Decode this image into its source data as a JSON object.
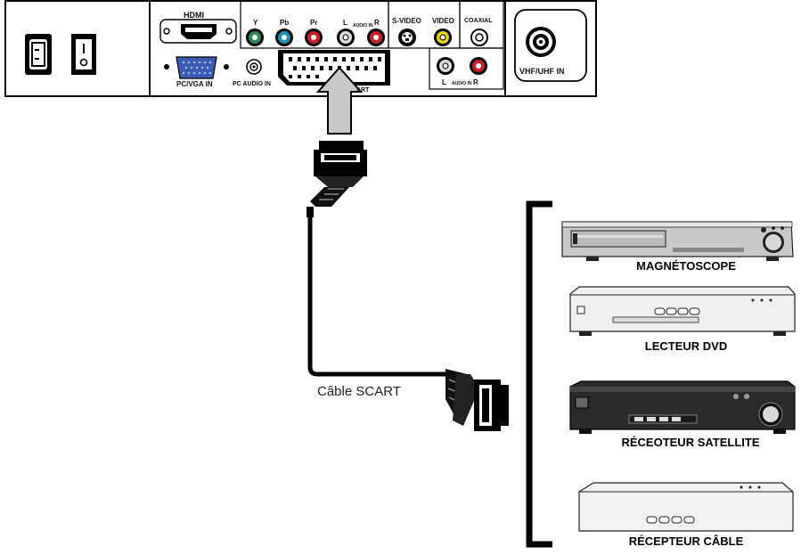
{
  "panel": {
    "hdmi": "HDMI",
    "y": "Y",
    "pb": "Pb",
    "pr": "Pr",
    "l_top": "L",
    "r_top": "R",
    "audio_in_top": "AUDIO IN",
    "s_video": "S-VIDEO",
    "video": "VIDEO",
    "coaxial": "COAXIAL",
    "pc_vga_in": "PC/VGA IN",
    "pc_audio_in": "PC AUDIO IN",
    "scart_partial": "ART",
    "l_bottom": "L",
    "r_bottom": "R",
    "audio_in_bottom": "AUDIO IN",
    "vhf_uhf_in": "VHF/UHF IN"
  },
  "cable": {
    "label": "Câble SCART"
  },
  "devices": [
    {
      "label": "MAGNÉTOSCOPE"
    },
    {
      "label": "LECTEUR DVD"
    },
    {
      "label": "RÉCEOTEUR SATELLITE"
    },
    {
      "label": "RÉCEPTEUR CÂBLE"
    }
  ],
  "colors": {
    "y_jack": "#2e8b57",
    "pb_jack": "#1e8fb0",
    "pr_jack": "#c8202a",
    "r_jack": "#c8202a",
    "video_jack": "#e8d400",
    "vga_port": "#3a5bb0",
    "cable": "#000000"
  }
}
